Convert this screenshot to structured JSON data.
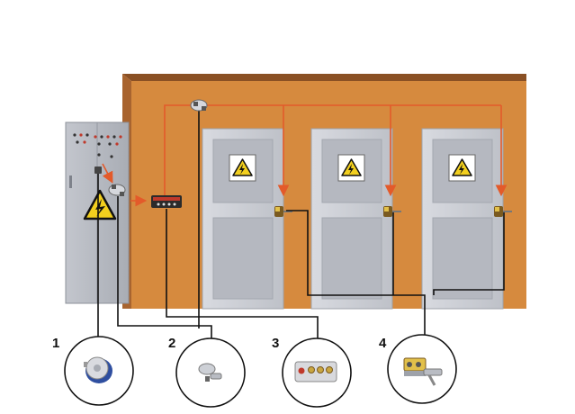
{
  "callouts": [
    {
      "number": "1",
      "item": "key-switch"
    },
    {
      "number": "2",
      "item": "key-release"
    },
    {
      "number": "3",
      "item": "key-exchange-box"
    },
    {
      "number": "4",
      "item": "door-lock"
    }
  ],
  "doors": [
    {
      "warning": "high-voltage"
    },
    {
      "warning": "high-voltage"
    },
    {
      "warning": "high-voltage"
    }
  ],
  "colors": {
    "wall": "#D68A3E",
    "wall_dark": "#8A5024",
    "door": "#C9CCD3",
    "panel": "#B5B8C0",
    "arrow": "#E35A2A",
    "wire": "#111111",
    "warning_yellow": "#F2CF1E"
  }
}
